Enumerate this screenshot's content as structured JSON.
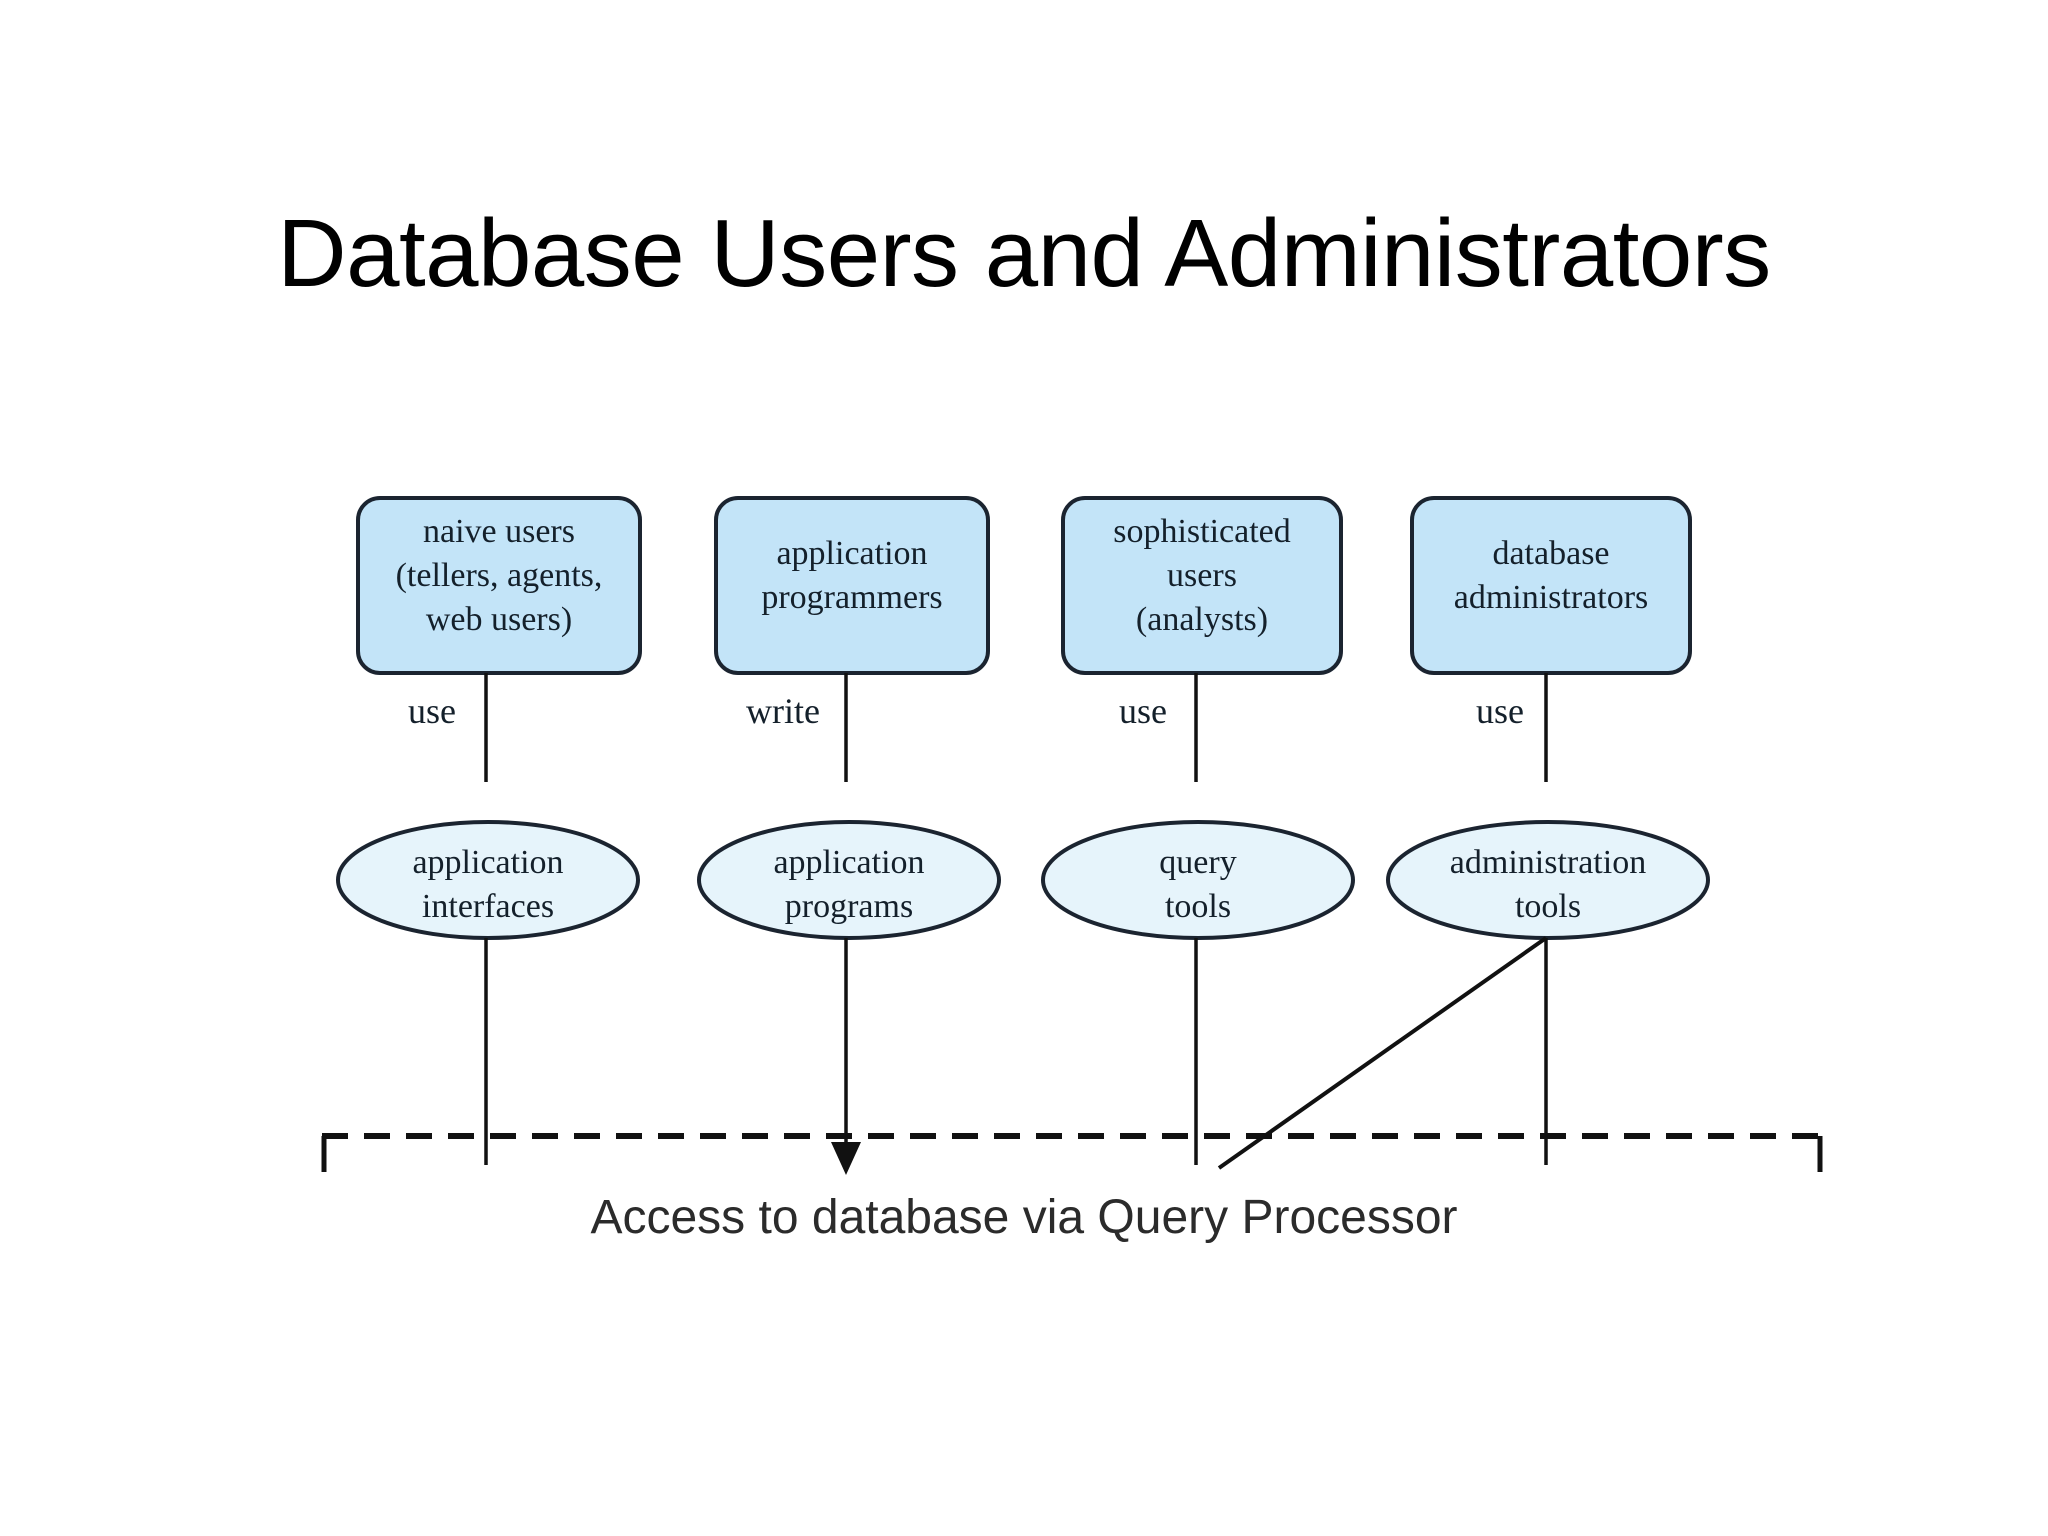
{
  "slide": {
    "title": "Database Users and Administrators",
    "caption": "Access to database via Query Processor",
    "background_color": "#ffffff",
    "title_color": "#000000"
  },
  "diagram": {
    "type": "flow-diagram",
    "colors": {
      "box_fill": "#c3e4f8",
      "ellipse_fill": "#e6f4fb",
      "stroke": "#1b2430",
      "connector": "#111111"
    },
    "actors": [
      {
        "id": "naive-users",
        "shape": "rounded-rect",
        "lines": [
          "naive users",
          "(tellers, agents,",
          "web users)"
        ]
      },
      {
        "id": "application-programmers",
        "shape": "rounded-rect",
        "lines": [
          "application",
          "programmers"
        ]
      },
      {
        "id": "sophisticated-users",
        "shape": "rounded-rect",
        "lines": [
          "sophisticated",
          "users",
          "(analysts)"
        ]
      },
      {
        "id": "database-administrators",
        "shape": "rounded-rect",
        "lines": [
          "database",
          "administrators"
        ]
      }
    ],
    "edge_labels": [
      "use",
      "write",
      "use",
      "use"
    ],
    "tools": [
      {
        "id": "application-interfaces",
        "shape": "ellipse",
        "lines": [
          "application",
          "interfaces"
        ]
      },
      {
        "id": "application-programs",
        "shape": "ellipse",
        "lines": [
          "application",
          "programs"
        ]
      },
      {
        "id": "query-tools",
        "shape": "ellipse",
        "lines": [
          "query",
          "tools"
        ]
      },
      {
        "id": "administration-tools",
        "shape": "ellipse",
        "lines": [
          "administration",
          "tools"
        ]
      }
    ],
    "boundary": {
      "style": "dashed",
      "label": "Access to database via Query Processor"
    }
  }
}
